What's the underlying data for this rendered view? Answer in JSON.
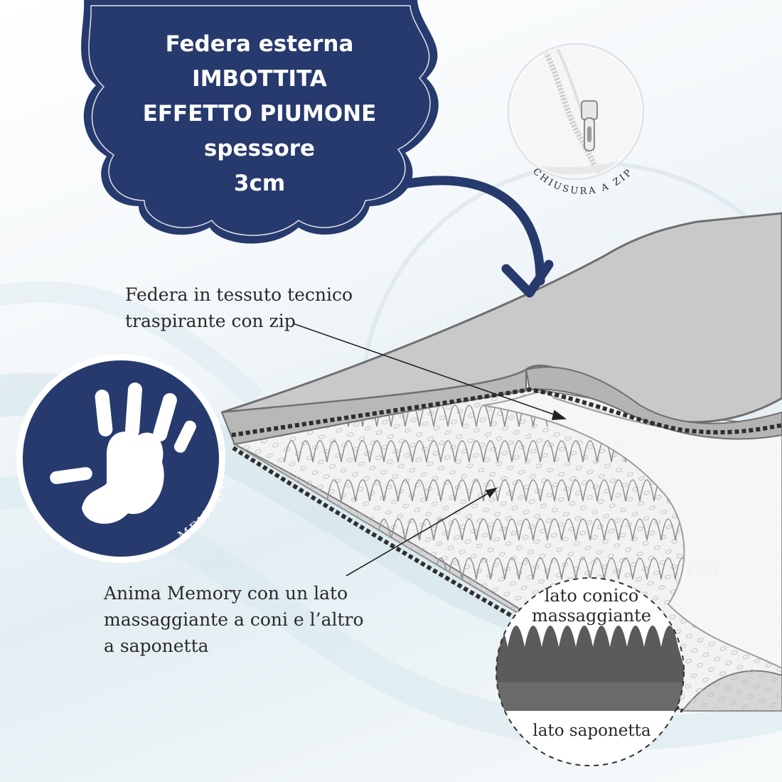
{
  "badge": {
    "line1": "Federa esterna",
    "line2": "IMBOTTITA",
    "line3": "EFFETTO PIUMONE",
    "line4": "spessore",
    "line5": "3cm"
  },
  "zip_callout": {
    "label": "CHIUSURA A ZIP"
  },
  "memory_badge": {
    "label": "MEMORY"
  },
  "callouts": {
    "cover_line1": "Federa in tessuto tecnico",
    "cover_line2": "traspirante con zip",
    "core_line1": "Anima Memory con un lato",
    "core_line2": "massaggiante a coni e l’altro",
    "core_line3": "a saponetta"
  },
  "cross_section": {
    "top_label_line1": "lato conico",
    "top_label_line2": "massaggiante",
    "bottom_label": "lato saponetta"
  },
  "colors": {
    "navy": "#273a6e",
    "cover_grey": "#c8c8c8",
    "foam_white": "#f4f4f4"
  }
}
